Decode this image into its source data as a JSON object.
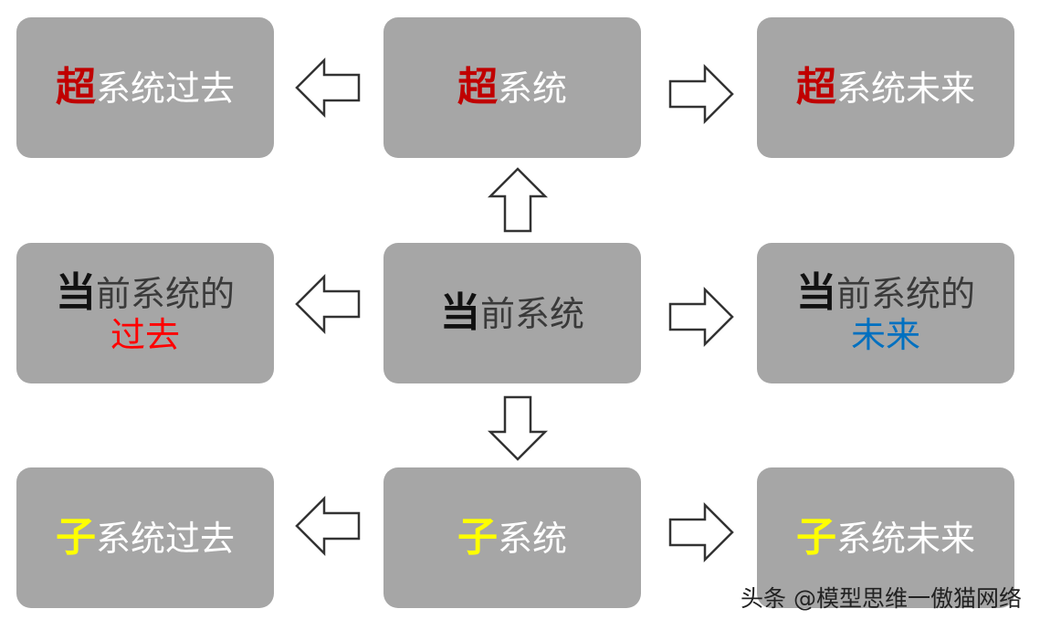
{
  "top": {
    "left": {
      "em": "超",
      "rest": "系统过去"
    },
    "center": {
      "em": "超",
      "rest": "系统"
    },
    "right": {
      "em": "超",
      "rest": "系统未来"
    }
  },
  "middle": {
    "left": {
      "em": "当",
      "rest": "前系统的",
      "line2": "过去"
    },
    "center": {
      "em": "当",
      "rest": "前系统"
    },
    "right": {
      "em": "当",
      "rest": "前系统的",
      "line2": "未来"
    }
  },
  "bottom": {
    "left": {
      "em": "子",
      "rest": "系统过去"
    },
    "center": {
      "em": "子",
      "rest": "系统"
    },
    "right": {
      "em": "子",
      "rest": "系统未来"
    }
  },
  "watermark": "头条 @模型思维一傲猫网络",
  "colors": {
    "box": "#a6a6a6",
    "super": "#c00000",
    "current_past": "#ff0000",
    "current_future": "#0070c0",
    "sub": "#ffff00"
  },
  "arrows": [
    "left",
    "right",
    "up",
    "down"
  ]
}
